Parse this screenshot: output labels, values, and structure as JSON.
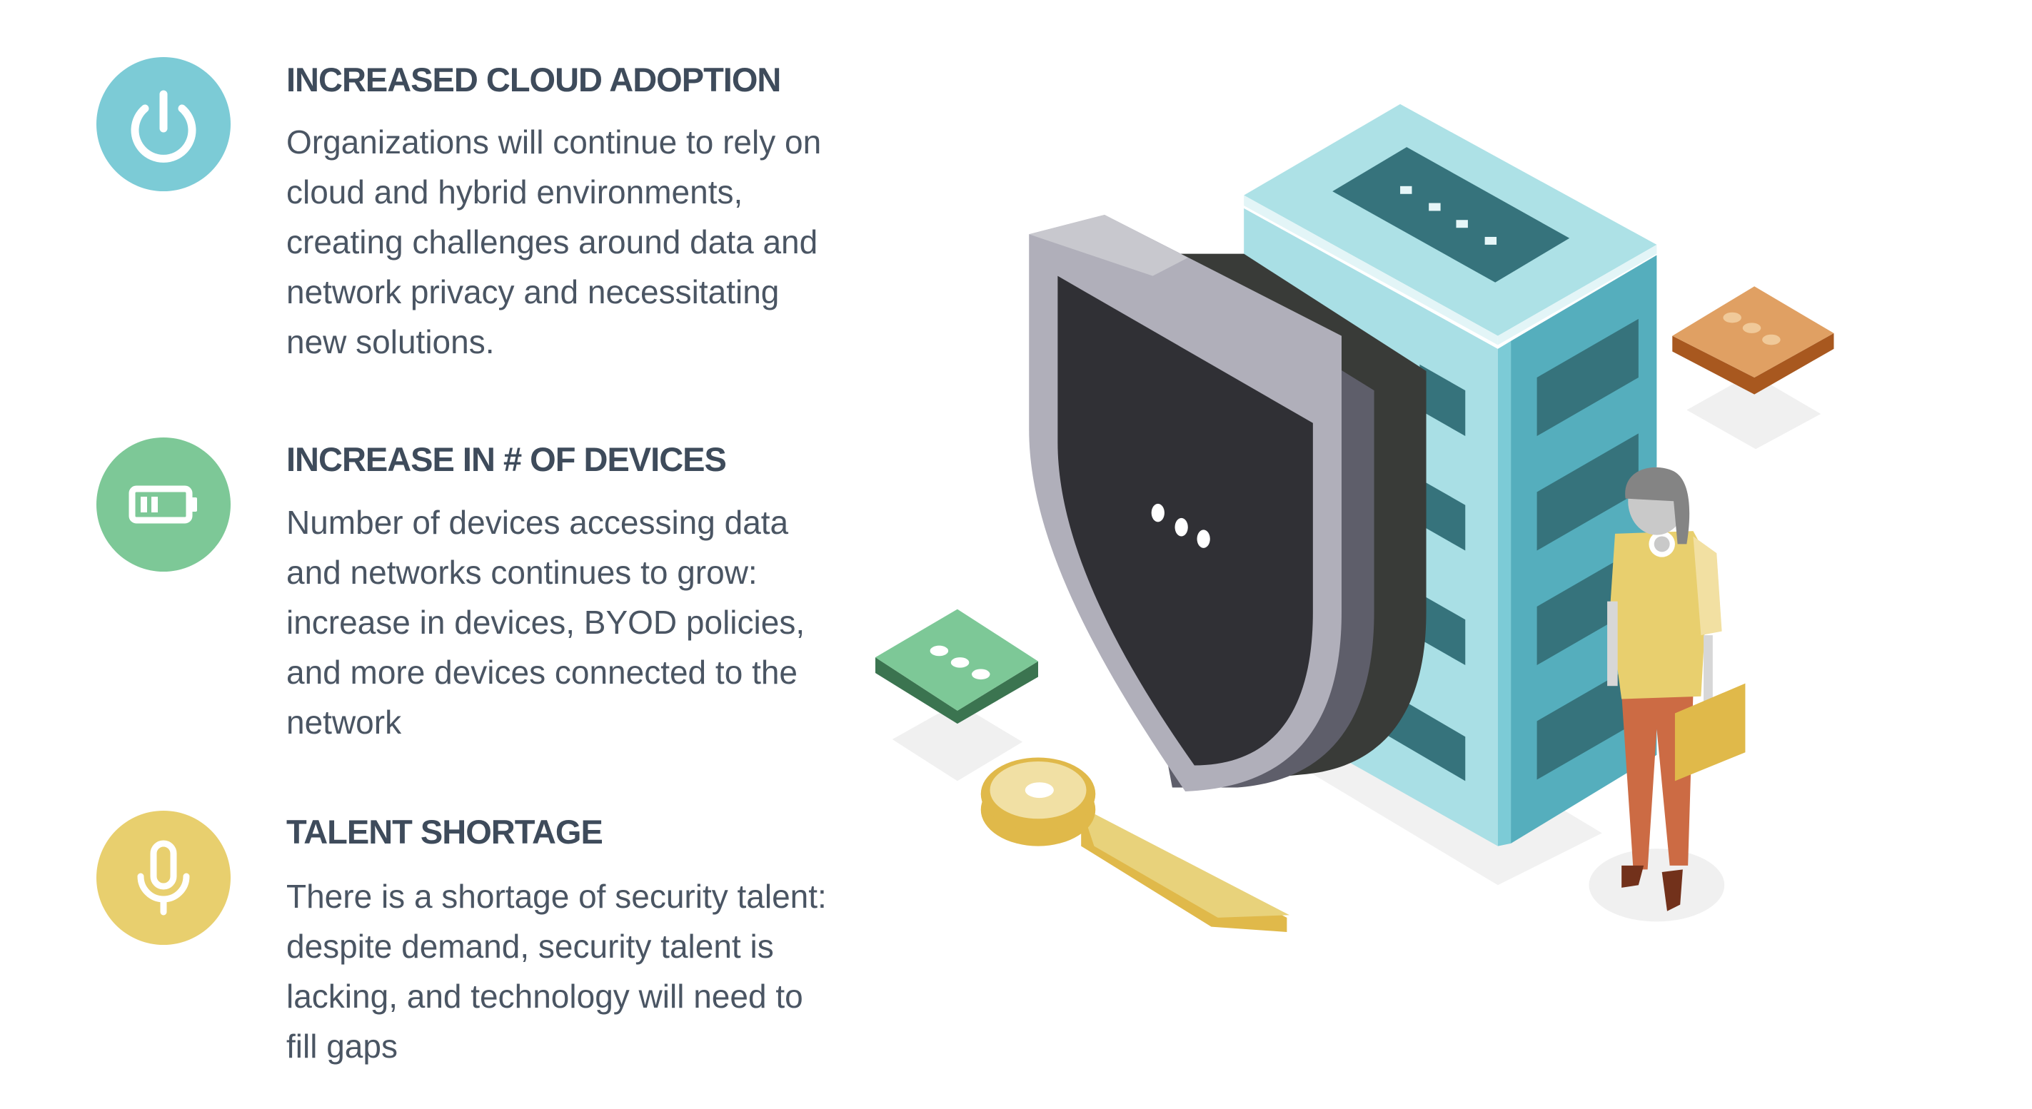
{
  "sections": [
    {
      "heading": "INCREASED CLOUD ADOPTION",
      "icon": "power-icon",
      "color": "#7ccbd6",
      "lines": [
        "Organizations will continue to rely on",
        "cloud and hybrid environments,",
        "creating challenges around data and",
        "network privacy and necessitating",
        "new solutions."
      ]
    },
    {
      "heading": "INCREASE IN # OF DEVICES",
      "icon": "battery-icon",
      "color": "#7dc897",
      "lines": [
        "Number of devices accessing data",
        "and networks continues to grow:",
        "increase in devices, BYOD policies,",
        "and more devices connected to the",
        "network"
      ]
    },
    {
      "heading": "TALENT SHORTAGE",
      "icon": "microphone-icon",
      "color": "#e8cf6e",
      "lines": [
        "There is a shortage of security talent:",
        "despite demand, security talent is",
        "lacking, and technology will need to",
        "fill gaps"
      ]
    }
  ]
}
